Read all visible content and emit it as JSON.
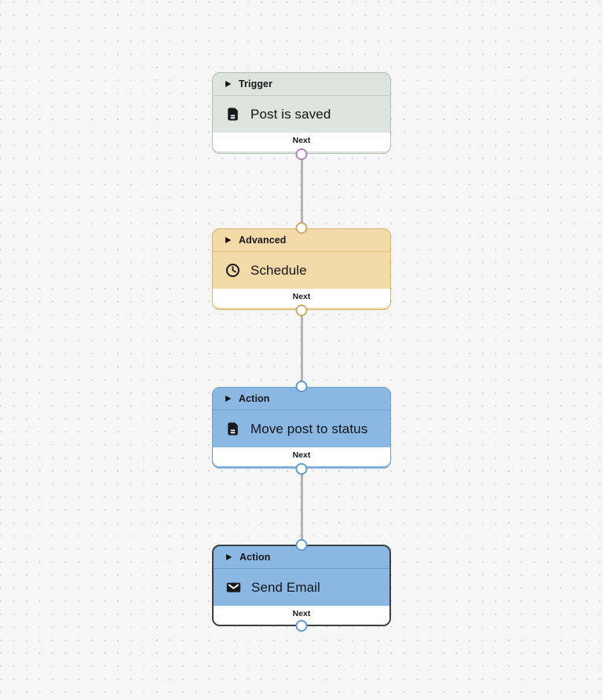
{
  "canvas": {
    "background_color": "#f6f6f7",
    "dot_color": "#d7d7d9",
    "connector_color": "#b3b3b5"
  },
  "nodes": [
    {
      "kind": "Trigger",
      "title": "Post is saved",
      "icon": "document-icon",
      "next_label": "Next",
      "selected": false,
      "has_input_port": false,
      "colors": {
        "bg": "#dde3dd",
        "border": "#b4bfb4",
        "divider": "#c6cfc6",
        "port": "#b583c0"
      }
    },
    {
      "kind": "Advanced",
      "title": "Schedule",
      "icon": "clock-icon",
      "next_label": "Next",
      "selected": false,
      "has_input_port": true,
      "colors": {
        "bg": "#f4daa6",
        "border": "#d2b477",
        "divider": "#ddc183",
        "port": "#cfa965"
      }
    },
    {
      "kind": "Action",
      "title": "Move post to status",
      "icon": "document-icon",
      "next_label": "Next",
      "selected": false,
      "has_input_port": true,
      "colors": {
        "bg": "#8ab8e3",
        "border": "#6d9dcb",
        "divider": "#6fa0cf",
        "port": "#5e9ad2"
      }
    },
    {
      "kind": "Action",
      "title": "Send Email",
      "icon": "envelope-icon",
      "next_label": "Next",
      "selected": true,
      "has_input_port": true,
      "colors": {
        "bg": "#8ab8e3",
        "border": "#3c3f42",
        "divider": "#6fa0cf",
        "port": "#5e9ad2"
      }
    }
  ]
}
